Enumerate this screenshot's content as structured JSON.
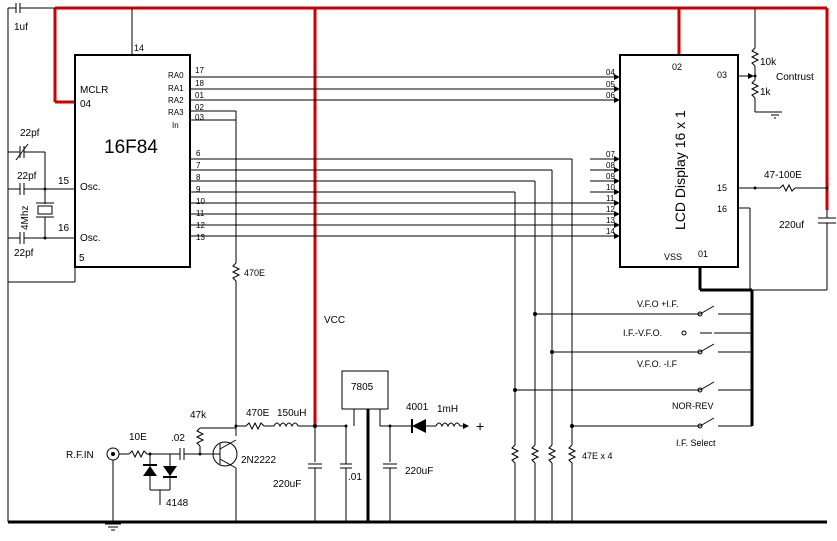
{
  "diagram": {
    "colors": {
      "wire": "#000000",
      "power": "#cc0000",
      "background": "#ffffff"
    },
    "mcu": {
      "name": "16F84",
      "mclr_label": "MCLR",
      "mclr_pin": "04",
      "top_pin": "14",
      "osc1_pin": "15",
      "osc2_pin": "16",
      "osc_label": "Osc.",
      "gnd_pin": "5",
      "port_labels": [
        "RA0",
        "RA1",
        "RA2",
        "RA3",
        "In"
      ],
      "port_pins": [
        "17",
        "18",
        "01",
        "02",
        "03"
      ],
      "rb_pins": [
        "6",
        "7",
        "8",
        "9",
        "10",
        "11",
        "12",
        "13"
      ]
    },
    "lcd": {
      "name": "LCD Display 16 x 1",
      "ctrl_pins": [
        "04",
        "05",
        "06"
      ],
      "data_pins": [
        "07",
        "08",
        "09",
        "10",
        "11",
        "12",
        "13",
        "14"
      ],
      "vdd_pin": "02",
      "contrast_pin": "03",
      "led_pin_a": "15",
      "led_pin_k": "16",
      "vss_label": "VSS",
      "vss_pin": "01"
    },
    "parts": {
      "cap_top": "1uf",
      "osc_cap1": "22pf",
      "osc_cap2": "22pf",
      "osc_cap3": "22pf",
      "crystal": "4Mhz",
      "pot_top": "10k",
      "pot_bottom": "1k",
      "contrast": "Contrust",
      "led_res": "47-100E",
      "led_cap": "220uf",
      "vcc": "VCC",
      "res_470_v": "470E",
      "res_470_h": "470E",
      "inductor_150": "150uH",
      "reg": "7805",
      "diode": "4001",
      "inductor_1m": "1mH",
      "plus": "+",
      "cap_220_a": "220uF",
      "cap_01": ".01",
      "cap_220_b": "220uF",
      "rf_in": "R.F.IN",
      "res_10": "10E",
      "cap_02": ".02",
      "res_47k": "47k",
      "transistor": "2N2222",
      "diodes_4148": "4148",
      "pullups": "47E x 4"
    },
    "switches": [
      "V.F.O +I.F.",
      "I.F.-V.F.O.",
      "V.F.O. -I.F",
      "NOR-REV",
      "I.F. Select"
    ]
  }
}
